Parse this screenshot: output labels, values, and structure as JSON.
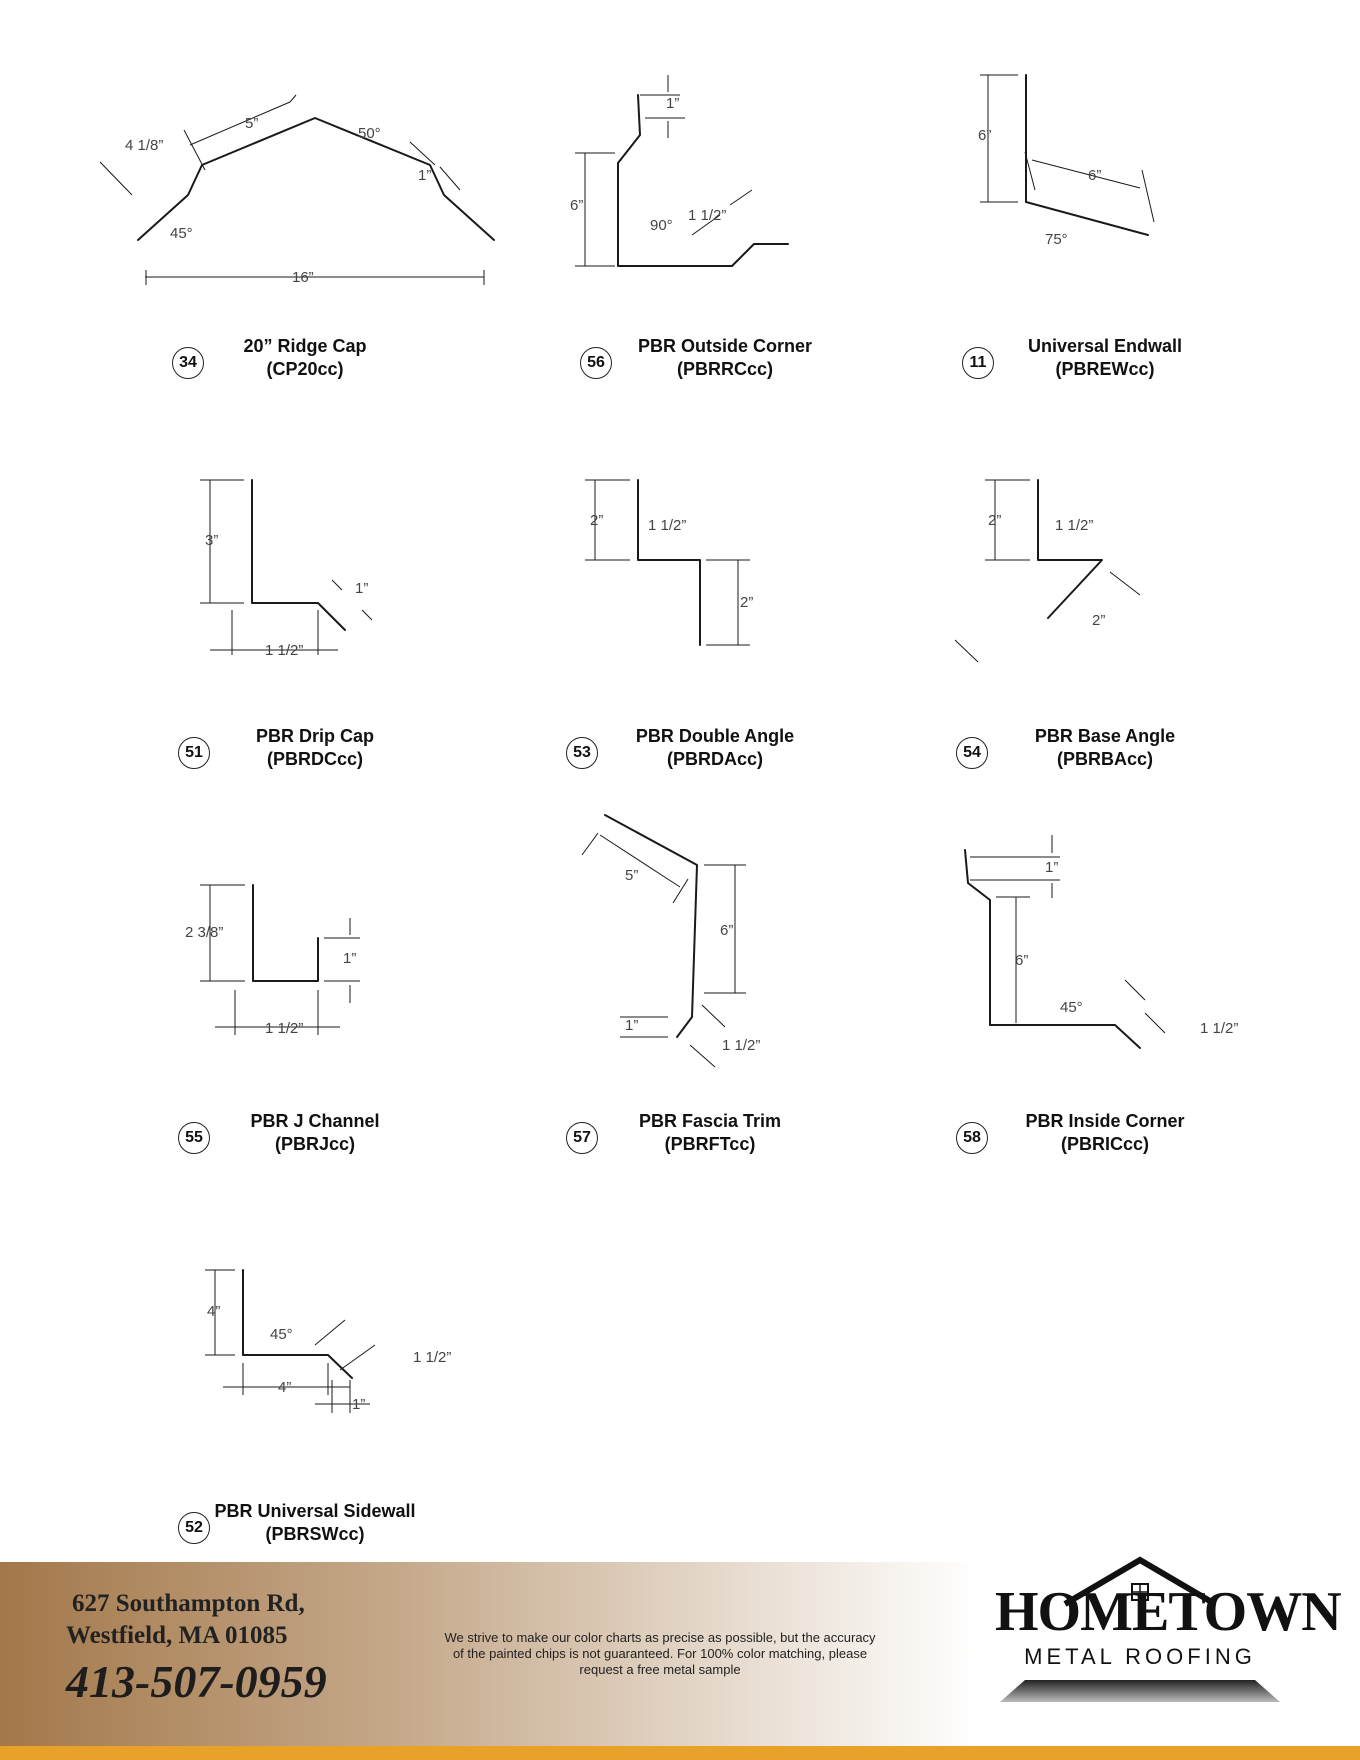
{
  "products": [
    {
      "number": "34",
      "name": "20” Ridge Cap",
      "code": "(CP20cc)",
      "dims": [
        "4 1/8”",
        "5”",
        "50°",
        "1”",
        "45°",
        "16”"
      ]
    },
    {
      "number": "56",
      "name": "PBR Outside Corner",
      "code": "(PBRRCcc)",
      "dims": [
        "1”",
        "6”",
        "90°",
        "1 1/2”"
      ]
    },
    {
      "number": "11",
      "name": "Universal Endwall",
      "code": "(PBREWcc)",
      "dims": [
        "6”",
        "6”",
        "75°"
      ]
    },
    {
      "number": "51",
      "name": "PBR Drip Cap",
      "code": "(PBRDCcc)",
      "dims": [
        "3”",
        "1”",
        "1 1/2”"
      ]
    },
    {
      "number": "53",
      "name": "PBR Double Angle",
      "code": "(PBRDAcc)",
      "dims": [
        "2”",
        "1 1/2”",
        "2”"
      ]
    },
    {
      "number": "54",
      "name": "PBR Base Angle",
      "code": "(PBRBAcc)",
      "dims": [
        "2”",
        "1 1/2”",
        "2”"
      ]
    },
    {
      "number": "55",
      "name": "PBR J Channel",
      "code": "(PBRJcc)",
      "dims": [
        "2 3/8”",
        "1”",
        "1 1/2”"
      ]
    },
    {
      "number": "57",
      "name": "PBR Fascia Trim",
      "code": "(PBRFTcc)",
      "dims": [
        "5”",
        "6”",
        "1”",
        "1 1/2”"
      ]
    },
    {
      "number": "58",
      "name": "PBR Inside Corner",
      "code": "(PBRICcc)",
      "dims": [
        "1”",
        "6”",
        "45°",
        "1 1/2”"
      ]
    },
    {
      "number": "52",
      "name": "PBR Universal Sidewall",
      "code": "(PBRSWcc)",
      "dims": [
        "4”",
        "45°",
        "1 1/2”",
        "4”",
        "1”"
      ]
    }
  ],
  "footer": {
    "address_line1": "627 Southampton Rd,",
    "address_line2": "Westfield, MA 01085",
    "phone": "413-507-0959",
    "disclaimer": "We strive to make our color charts as precise as possible, but the accuracy of the painted chips is not guaranteed. For 100% color matching, please request a free metal sample"
  },
  "logo": {
    "brand": "HOMETOWN",
    "tagline": "METAL ROOFING"
  },
  "colors": {
    "accent": "#e8a22a",
    "brown": "#a3784a"
  }
}
